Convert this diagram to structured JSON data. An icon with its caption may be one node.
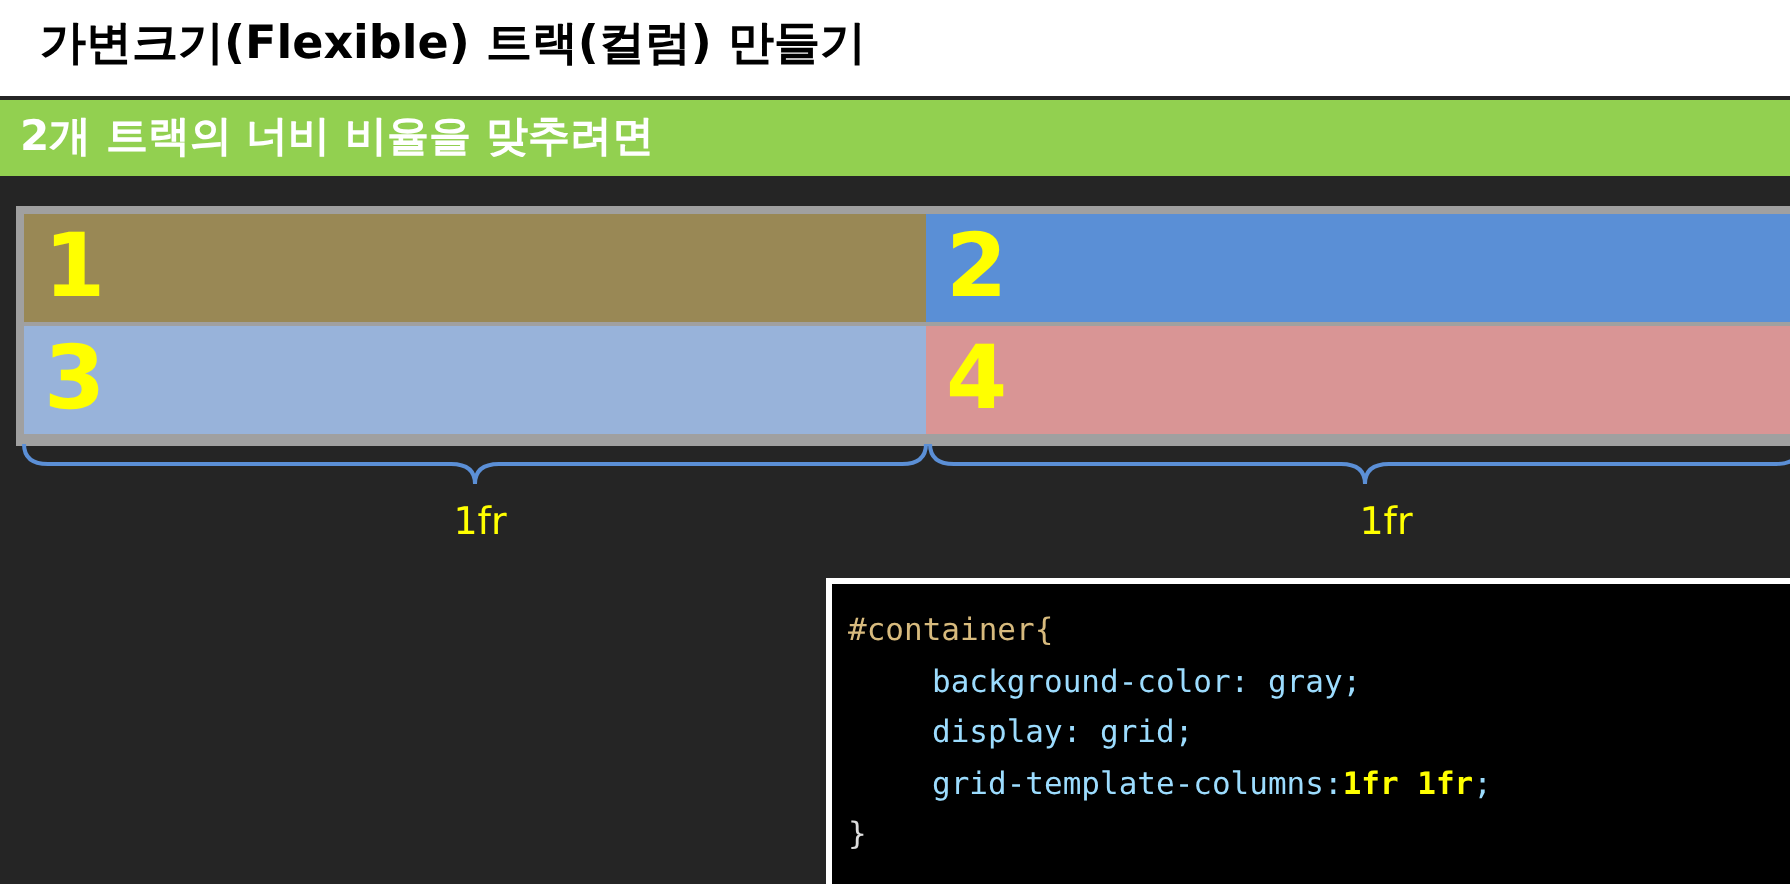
{
  "diagram": {
    "title": "가변크기(Flexible) 트랙(컬럼) 만들기",
    "nodes": [
      {
        "text": [
          "2개 트랙의 너비 비율을 맞추려면"
        ]
      },
      {
        "text": [],
        "shape": "box"
      },
      {
        "text": [
          "1"
        ],
        "in": 1
      },
      {
        "text": [
          "2"
        ],
        "in": 1
      },
      {
        "text": [
          "3"
        ],
        "in": 1
      },
      {
        "text": [
          "4"
        ],
        "in": 1
      },
      {
        "text": [
          "#container{",
          "background-color: gray;",
          "display: grid;",
          "grid-template-columns:**1fr 1fr**;",
          "}"
        ]
      }
    ],
    "labels": [
      "1fr",
      "1fr"
    ]
  }
}
